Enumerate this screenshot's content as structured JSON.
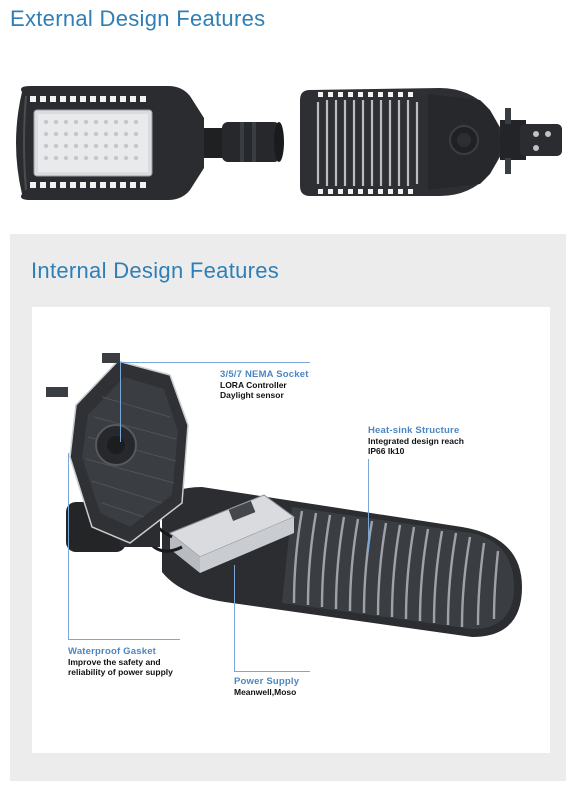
{
  "external": {
    "title": "External Design Features"
  },
  "internal": {
    "title": "Internal Design Features",
    "callouts": {
      "nema": {
        "title": "3/5/7 NEMA Socket",
        "lines": [
          "LORA Controller",
          "Daylight sensor"
        ]
      },
      "heatsink": {
        "title": "Heat-sink Structure",
        "lines": [
          "Integrated design reach",
          "IP66 Ik10"
        ]
      },
      "gasket": {
        "title": "Waterproof Gasket",
        "lines": [
          "Improve the safety and",
          "reliability of power supply"
        ]
      },
      "power": {
        "title": "Power Supply",
        "lines": [
          "Meanwell,Moso"
        ]
      }
    }
  },
  "colors": {
    "heading": "#2f7fb6",
    "callout_title": "#4b86c2",
    "panel_bg": "#ececec"
  }
}
